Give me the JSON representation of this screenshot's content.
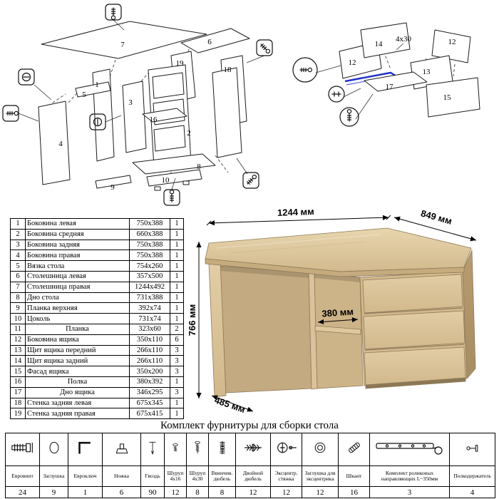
{
  "title": "Комплект фурнитуры для сборки стола",
  "parts_table": {
    "rows": [
      {
        "num": "1",
        "name": "Боковина левая",
        "size": "750x388",
        "qty": "1"
      },
      {
        "num": "2",
        "name": "Боковина средняя",
        "size": "660x388",
        "qty": "1"
      },
      {
        "num": "3",
        "name": "Боковина задняя",
        "size": "750x388",
        "qty": "1"
      },
      {
        "num": "4",
        "name": "Боковина правая",
        "size": "750x388",
        "qty": "1"
      },
      {
        "num": "5",
        "name": "Вязка стола",
        "size": "754x260",
        "qty": "1"
      },
      {
        "num": "6",
        "name": "Столешница левая",
        "size": "357x500",
        "qty": "1"
      },
      {
        "num": "7",
        "name": "Столешница правая",
        "size": "1244x492",
        "qty": "1"
      },
      {
        "num": "8",
        "name": "Дно стола",
        "size": "731x388",
        "qty": "1"
      },
      {
        "num": "9",
        "name": "Планка верхняя",
        "size": "392x74",
        "qty": "1"
      },
      {
        "num": "10",
        "name": "Цоколь",
        "size": "731x74",
        "qty": "1"
      },
      {
        "num": "11",
        "name": "Планка",
        "size": "323x60",
        "qty": "2"
      },
      {
        "num": "12",
        "name": "Боковина ящика",
        "size": "350x110",
        "qty": "6"
      },
      {
        "num": "13",
        "name": "Щит ящика передний",
        "size": "266x110",
        "qty": "3"
      },
      {
        "num": "14",
        "name": "Щит ящика задний",
        "size": "266x110",
        "qty": "3"
      },
      {
        "num": "15",
        "name": "Фасад ящика",
        "size": "350x200",
        "qty": "3"
      },
      {
        "num": "16",
        "name": "Полка",
        "size": "380x392",
        "qty": "1"
      },
      {
        "num": "17",
        "name": "Дно ящика",
        "size": "346x295",
        "qty": "3"
      },
      {
        "num": "18",
        "name": "Стенка задняя левая",
        "size": "675x345",
        "qty": "1"
      },
      {
        "num": "19",
        "name": "Стенка задняя правая",
        "size": "675x415",
        "qty": "1"
      }
    ]
  },
  "desk": {
    "dims": {
      "width": "1244 мм",
      "depth": "849 мм",
      "height": "766 мм",
      "shelf": "380 мм",
      "left_depth": "485 мм"
    }
  },
  "exploded_left": {
    "labels": [
      "7",
      "6",
      "19",
      "18",
      "5",
      "3",
      "16",
      "2",
      "1",
      "4",
      "10",
      "8",
      "9"
    ]
  },
  "exploded_right": {
    "labels": [
      "14",
      "12",
      "12",
      "13",
      "17",
      "15"
    ],
    "annotation": "4х30"
  },
  "hardware": {
    "items": [
      {
        "name": "Евровинт",
        "qty": "24"
      },
      {
        "name": "Заглушка",
        "qty": "9"
      },
      {
        "name": "Евроключ",
        "qty": "1"
      },
      {
        "name": "Ножка",
        "qty": "6"
      },
      {
        "name": "Гвоздь",
        "qty": "90"
      },
      {
        "name": "Шуруп 4х16",
        "qty": "12"
      },
      {
        "name": "Шуруп 4х30",
        "qty": "8"
      },
      {
        "name": "Ввинчив. дюбель",
        "qty": "8"
      },
      {
        "name": "Двойной дюбель",
        "qty": "12"
      },
      {
        "name": "Эксцентр. стяжка",
        "qty": "12"
      },
      {
        "name": "Заглушка для эксцентрика",
        "qty": "12"
      },
      {
        "name": "Шкант",
        "qty": "16"
      },
      {
        "name": "Комплект роликовых направляющих L~350мм",
        "qty": "3"
      },
      {
        "name": "Полкодержатель",
        "qty": "4"
      }
    ]
  }
}
